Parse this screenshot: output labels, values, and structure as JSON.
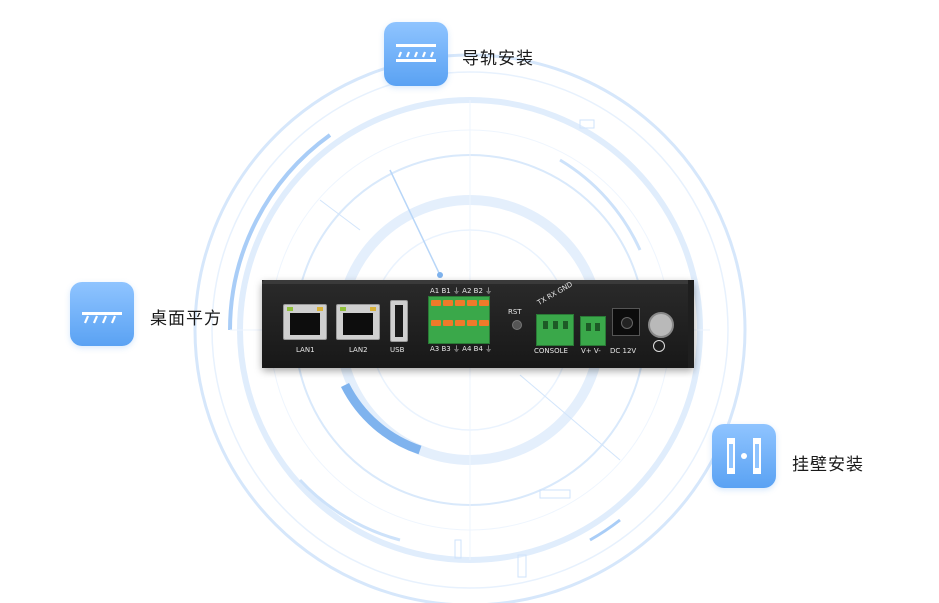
{
  "mounting_options": {
    "rail": {
      "label": "导轨安装",
      "icon": "din-rail-icon"
    },
    "desktop": {
      "label": "桌面平方",
      "icon": "desktop-mount-icon"
    },
    "wall": {
      "label": "挂壁安装",
      "icon": "wall-mount-icon"
    }
  },
  "device": {
    "ports": {
      "lan1": "LAN1",
      "lan2": "LAN2",
      "usb": "USB",
      "rs485_top": "A1 B1 ⏚ A2 B2 ⏚",
      "rs485_bottom": "A3 B3 ⏚ A4 B4 ⏚",
      "rst": "RST",
      "console_pins": "TX RX GND",
      "console": "CONSOLE",
      "power_pins": "V+ V-",
      "dc": "DC 12V"
    }
  },
  "colors": {
    "accent": "#5aa2f3",
    "ring": "#cfe3fb",
    "device_body": "#1f1f1f",
    "terminal_green": "#3aa84a",
    "terminal_orange": "#f07a2a"
  }
}
